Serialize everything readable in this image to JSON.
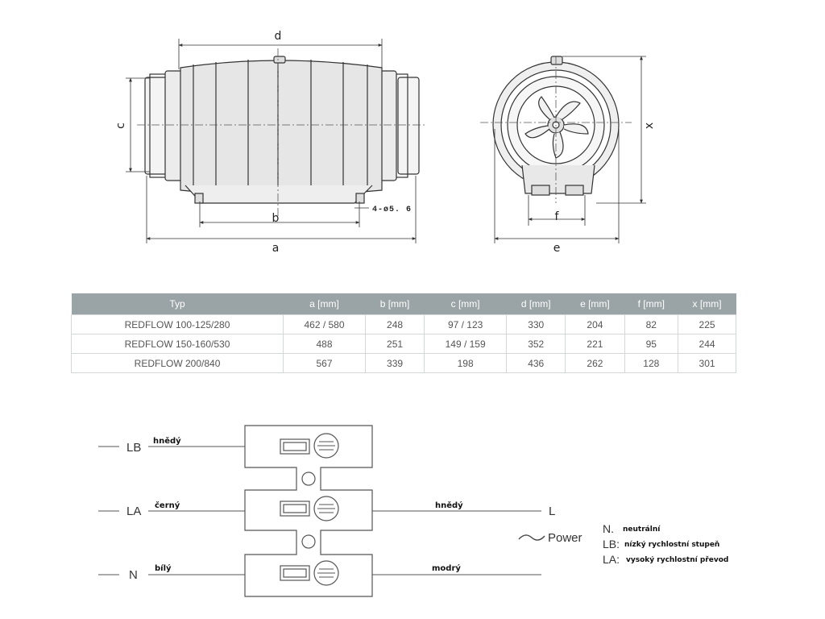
{
  "dims": {
    "a": "a",
    "b": "b",
    "c": "c",
    "d": "d",
    "e": "e",
    "f": "f",
    "x": "x",
    "holes": "4-ø5. 6"
  },
  "table": {
    "headers": [
      "Typ",
      "a [mm]",
      "b [mm]",
      "c [mm]",
      "d [mm]",
      "e [mm]",
      "f [mm]",
      "x [mm]"
    ],
    "rows": [
      [
        "REDFLOW 100-125/280",
        "462 / 580",
        "248",
        "97 / 123",
        "330",
        "204",
        "82",
        "225"
      ],
      [
        "REDFLOW 150-160/530",
        "488",
        "251",
        "149 / 159",
        "352",
        "221",
        "95",
        "244"
      ],
      [
        "REDFLOW 200/840",
        "567",
        "339",
        "198",
        "436",
        "262",
        "128",
        "301"
      ]
    ]
  },
  "wiring": {
    "terminals": {
      "lb": "LB",
      "la": "LA",
      "n": "N",
      "l": "L"
    },
    "wires": {
      "lb": "hnědý",
      "la": "černý",
      "n": "bílý",
      "l": "hnědý",
      "n_out": "modrý"
    },
    "power": "Power"
  },
  "legend": [
    {
      "key": "N.",
      "text": "neutrální"
    },
    {
      "key": "LB:",
      "text": "nízký rychlostní stupeň"
    },
    {
      "key": "LA:",
      "text": "vysoký rychlostní převod"
    }
  ]
}
